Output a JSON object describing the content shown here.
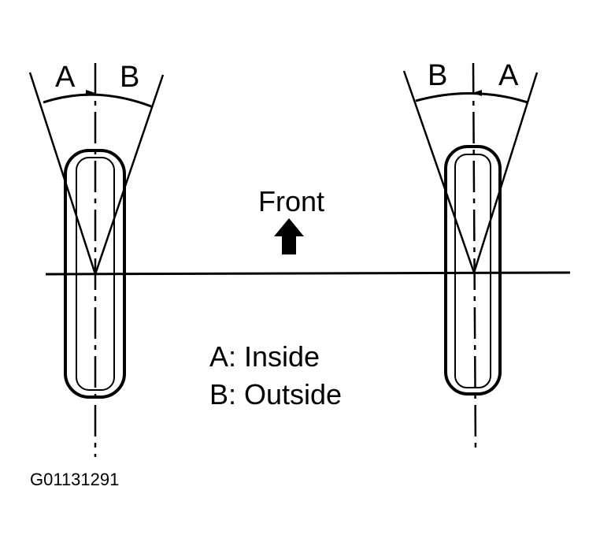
{
  "labels": {
    "left_angle_a": "A",
    "left_angle_b": "B",
    "right_angle_b": "B",
    "right_angle_a": "A",
    "front": "Front",
    "legend_a": "A: Inside",
    "legend_b": "B: Outside",
    "figure_id": "G01131291"
  },
  "colors": {
    "ink": "#000000",
    "background": "#ffffff"
  }
}
